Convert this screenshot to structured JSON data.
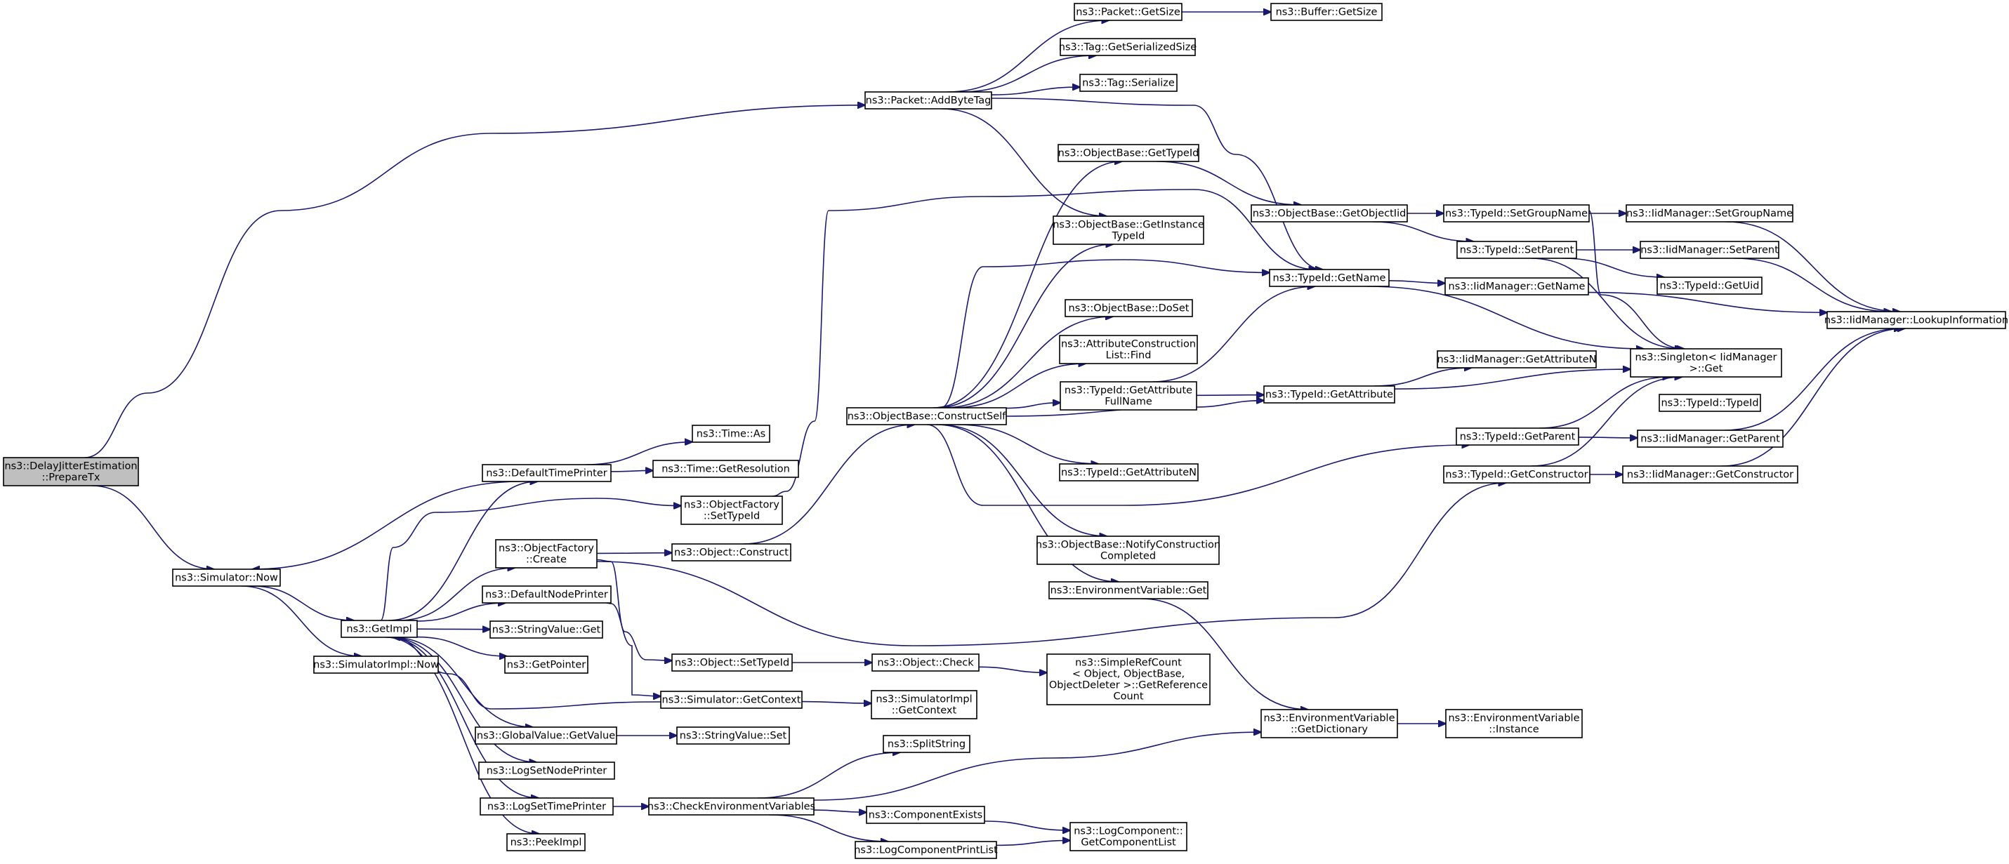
{
  "graph": {
    "title": "",
    "edge_color": "#191970",
    "root_fill": "#bfbfbf",
    "nodes": [
      {
        "id": "prepare",
        "lines": [
          "ns3::DelayJitterEstimation",
          "::PrepareTx"
        ],
        "root": true
      },
      {
        "id": "now",
        "lines": [
          "ns3::Simulator::Now"
        ]
      },
      {
        "id": "getimpl",
        "lines": [
          "ns3::GetImpl"
        ]
      },
      {
        "id": "simimplnow",
        "lines": [
          "ns3::SimulatorImpl::Now"
        ]
      },
      {
        "id": "dtp",
        "lines": [
          "ns3::DefaultTimePrinter"
        ]
      },
      {
        "id": "of_create",
        "lines": [
          "ns3::ObjectFactory",
          "::Create"
        ]
      },
      {
        "id": "dnp",
        "lines": [
          "ns3::DefaultNodePrinter"
        ]
      },
      {
        "id": "sv_get",
        "lines": [
          "ns3::StringValue::Get"
        ]
      },
      {
        "id": "getpointer",
        "lines": [
          "ns3::GetPointer"
        ]
      },
      {
        "id": "gv_getvalue",
        "lines": [
          "ns3::GlobalValue::GetValue"
        ]
      },
      {
        "id": "lsnp",
        "lines": [
          "ns3::LogSetNodePrinter"
        ]
      },
      {
        "id": "lstp",
        "lines": [
          "ns3::LogSetTimePrinter"
        ]
      },
      {
        "id": "peekimpl",
        "lines": [
          "ns3::PeekImpl"
        ]
      },
      {
        "id": "time_as",
        "lines": [
          "ns3::Time::As"
        ]
      },
      {
        "id": "time_getres",
        "lines": [
          "ns3::Time::GetResolution"
        ]
      },
      {
        "id": "of_settypeid",
        "lines": [
          "ns3::ObjectFactory",
          "::SetTypeId"
        ]
      },
      {
        "id": "obj_construct",
        "lines": [
          "ns3::Object::Construct"
        ]
      },
      {
        "id": "obj_settypeid",
        "lines": [
          "ns3::Object::SetTypeId"
        ]
      },
      {
        "id": "sim_getctx",
        "lines": [
          "ns3::Simulator::GetContext"
        ]
      },
      {
        "id": "sv_set",
        "lines": [
          "ns3::StringValue::Set"
        ]
      },
      {
        "id": "cev",
        "lines": [
          "ns3::CheckEnvironmentVariables"
        ]
      },
      {
        "id": "pkt_addbytetag",
        "lines": [
          "ns3::Packet::AddByteTag"
        ]
      },
      {
        "id": "ob_constructself",
        "lines": [
          "ns3::ObjectBase::ConstructSelf"
        ]
      },
      {
        "id": "obj_check",
        "lines": [
          "ns3::Object::Check"
        ]
      },
      {
        "id": "simimpl_getctx",
        "lines": [
          "ns3::SimulatorImpl",
          "::GetContext"
        ]
      },
      {
        "id": "splitstring",
        "lines": [
          "ns3::SplitString"
        ]
      },
      {
        "id": "compexists",
        "lines": [
          "ns3::ComponentExists"
        ]
      },
      {
        "id": "lcpl",
        "lines": [
          "ns3::LogComponentPrintList"
        ]
      },
      {
        "id": "pkt_getsize",
        "lines": [
          "ns3::Packet::GetSize"
        ]
      },
      {
        "id": "tag_getsersize",
        "lines": [
          "ns3::Tag::GetSerializedSize"
        ]
      },
      {
        "id": "tag_serialize",
        "lines": [
          "ns3::Tag::Serialize"
        ]
      },
      {
        "id": "ob_gettypeid",
        "lines": [
          "ns3::ObjectBase::GetTypeId"
        ]
      },
      {
        "id": "ob_getinsttypeid",
        "lines": [
          "ns3::ObjectBase::GetInstance",
          "TypeId"
        ]
      },
      {
        "id": "ob_doset",
        "lines": [
          "ns3::ObjectBase::DoSet"
        ]
      },
      {
        "id": "acl_find",
        "lines": [
          "ns3::AttributeConstruction",
          "List::Find"
        ]
      },
      {
        "id": "tid_getattrfullname",
        "lines": [
          "ns3::TypeId::GetAttribute",
          "FullName"
        ]
      },
      {
        "id": "tid_getattrn",
        "lines": [
          "ns3::TypeId::GetAttributeN"
        ]
      },
      {
        "id": "ob_notifycc",
        "lines": [
          "ns3::ObjectBase::NotifyConstruction",
          "Completed"
        ]
      },
      {
        "id": "envvar_get",
        "lines": [
          "ns3::EnvironmentVariable::Get"
        ]
      },
      {
        "id": "srefcount",
        "lines": [
          "ns3::SimpleRefCount",
          "< Object, ObjectBase,",
          "ObjectDeleter >::GetReference",
          "Count"
        ]
      },
      {
        "id": "lc_getcomplist",
        "lines": [
          "ns3::LogComponent::",
          "GetComponentList"
        ]
      },
      {
        "id": "buf_getsize",
        "lines": [
          "ns3::Buffer::GetSize"
        ]
      },
      {
        "id": "ob_getobjectiid",
        "lines": [
          "ns3::ObjectBase::GetObjectIid"
        ]
      },
      {
        "id": "tid_getname",
        "lines": [
          "ns3::TypeId::GetName"
        ]
      },
      {
        "id": "tid_getattribute",
        "lines": [
          "ns3::TypeId::GetAttribute"
        ]
      },
      {
        "id": "envvar_getdict",
        "lines": [
          "ns3::EnvironmentVariable",
          "::GetDictionary"
        ]
      },
      {
        "id": "tid_setgroupname",
        "lines": [
          "ns3::TypeId::SetGroupName"
        ]
      },
      {
        "id": "tid_setparent",
        "lines": [
          "ns3::TypeId::SetParent"
        ]
      },
      {
        "id": "iid_getname",
        "lines": [
          "ns3::IidManager::GetName"
        ]
      },
      {
        "id": "iid_getattrn",
        "lines": [
          "ns3::IidManager::GetAttributeN"
        ]
      },
      {
        "id": "tid_getparent",
        "lines": [
          "ns3::TypeId::GetParent"
        ]
      },
      {
        "id": "tid_getconstructor",
        "lines": [
          "ns3::TypeId::GetConstructor"
        ]
      },
      {
        "id": "envvar_instance",
        "lines": [
          "ns3::EnvironmentVariable",
          "::Instance"
        ]
      },
      {
        "id": "iid_setgroupname",
        "lines": [
          "ns3::IidManager::SetGroupName"
        ]
      },
      {
        "id": "iid_setparent",
        "lines": [
          "ns3::IidManager::SetParent"
        ]
      },
      {
        "id": "tid_getuid",
        "lines": [
          "ns3::TypeId::GetUid"
        ]
      },
      {
        "id": "singleton_get",
        "lines": [
          "ns3::Singleton< IidManager",
          ">::Get"
        ]
      },
      {
        "id": "tid_typeid",
        "lines": [
          "ns3::TypeId::TypeId"
        ]
      },
      {
        "id": "iid_getparent",
        "lines": [
          "ns3::IidManager::GetParent"
        ]
      },
      {
        "id": "iid_getconstructor",
        "lines": [
          "ns3::IidManager::GetConstructor"
        ]
      },
      {
        "id": "iid_lookupinfo",
        "lines": [
          "ns3::IidManager::LookupInformation"
        ]
      }
    ]
  }
}
